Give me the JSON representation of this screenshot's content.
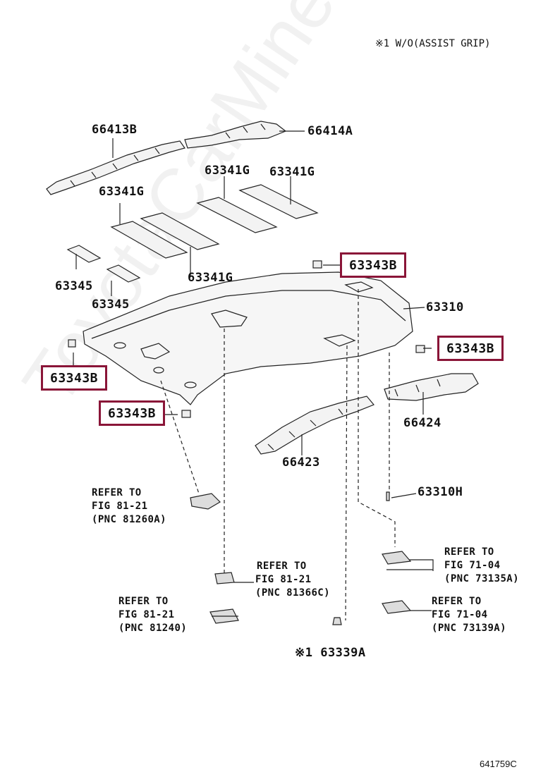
{
  "note": "※1  W/O(ASSIST GRIP)",
  "diagram_code": "641759C",
  "watermark": "ToyotaCarMine.ru",
  "labels": {
    "p66413B": "66413B",
    "p66414A": "66414A",
    "p63341G_a": "63341G",
    "p63341G_b": "63341G",
    "p63341G_c": "63341G",
    "p63341G_d": "63341G",
    "p63345_a": "63345",
    "p63345_b": "63345",
    "p63310": "63310",
    "p66424": "66424",
    "p66423": "66423",
    "p63310H": "63310H",
    "p63339A": "※1 63339A"
  },
  "highlighted": {
    "h1": "63343B",
    "h2": "63343B",
    "h3": "63343B",
    "h4": "63343B"
  },
  "refs": {
    "r1": [
      "REFER TO",
      "FIG 81-21",
      "(PNC 81260A)"
    ],
    "r2": [
      "REFER TO",
      "FIG 81-21",
      "(PNC 81366C)"
    ],
    "r3": [
      "REFER TO",
      "FIG 81-21",
      "(PNC 81240)"
    ],
    "r4": [
      "REFER TO",
      "FIG 71-04",
      "(PNC 73135A)"
    ],
    "r5": [
      "REFER TO",
      "FIG 71-04",
      "(PNC 73139A)"
    ]
  },
  "colors": {
    "highlight_border": "#8a1538",
    "line": "#222222",
    "part_fill": "#f3f3f3"
  }
}
